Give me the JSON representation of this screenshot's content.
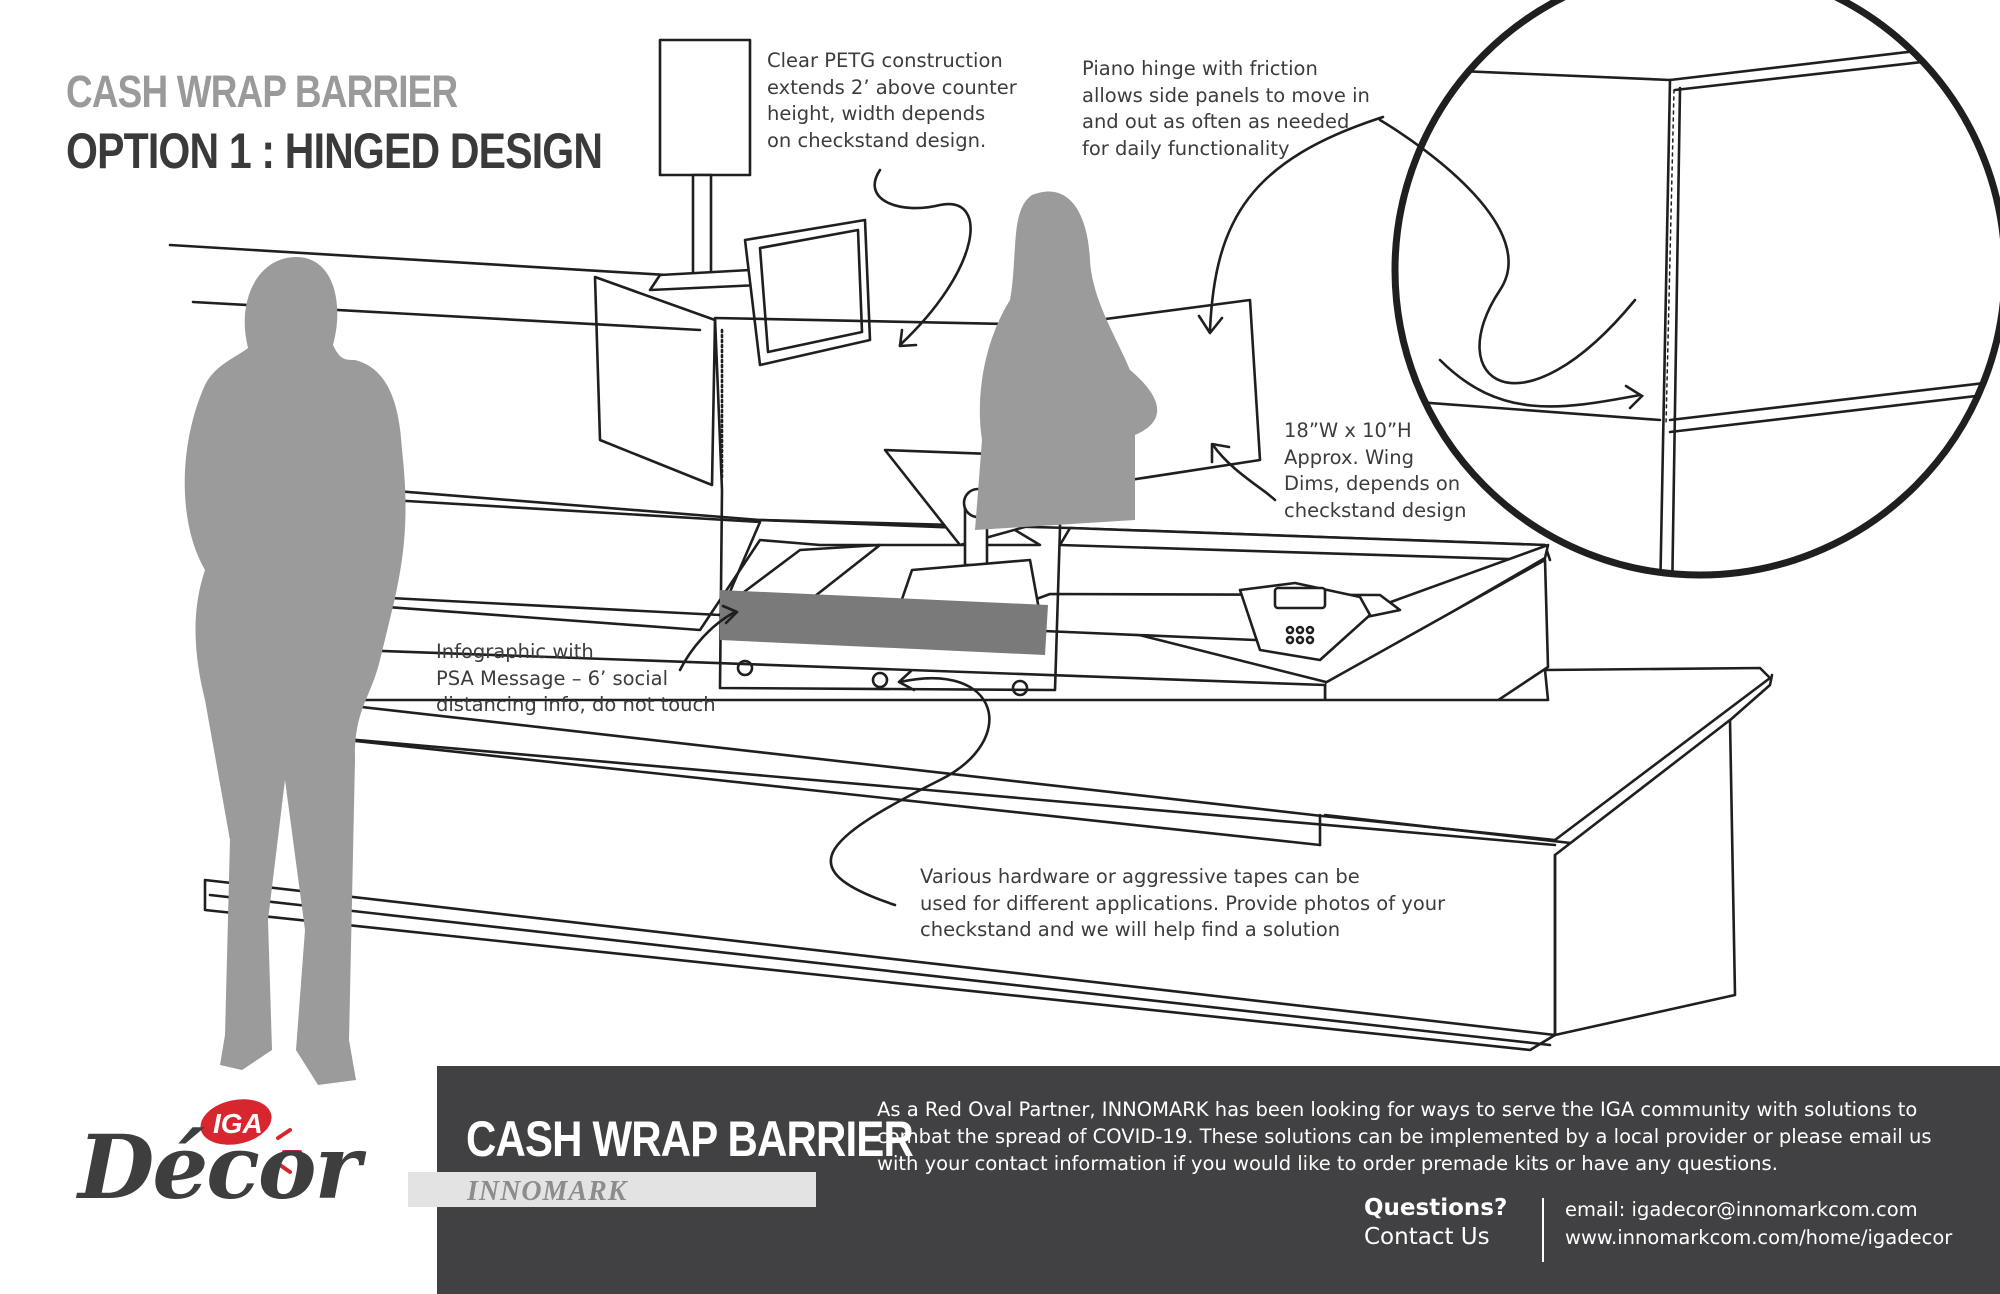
{
  "header": {
    "title": "CASH WRAP BARRIER",
    "subtitle": "OPTION 1 : HINGED DESIGN"
  },
  "callouts": {
    "petg": [
      "Clear PETG construction",
      "extends 2’ above counter",
      "height, width depends",
      "on checkstand design."
    ],
    "hinge": [
      "Piano hinge with friction",
      "allows side panels to move in",
      "and out as often as needed",
      "for daily functionality"
    ],
    "wing": [
      "18”W x 10”H",
      "Approx. Wing",
      "Dims, depends on",
      "checkstand design"
    ],
    "infographic": [
      "Infographic with",
      "PSA Message – 6’ social",
      "distancing info, do not touch"
    ],
    "hardware": [
      "Various hardware or aggressive tapes can be",
      "used for different applications. Provide photos of your",
      "checkstand and we will help find a solution"
    ]
  },
  "footer": {
    "title": "CASH WRAP BARRIER",
    "brand": "INNOMARK",
    "description": "As a Red Oval Partner, INNOMARK has been looking for ways to serve the IGA community with solutions to combat the spread of COVID-19. These solutions can be implemented by a local provider or please email us with your contact information if you would like to order premade kits or have any questions.",
    "questions": "Questions?",
    "contact_us": "Contact Us",
    "email": "email: igadecor@innomarkcom.com",
    "website": "www.innomarkcom.com/home/igadecor"
  },
  "logo": {
    "iga": "IGA",
    "decor": "Décor"
  },
  "colors": {
    "footer_bg": "#414143",
    "silhouette": "#9b9b9b",
    "iga_red": "#d8262f",
    "title_gray": "#9a9a9a",
    "title_dark": "#3a3a3a"
  }
}
